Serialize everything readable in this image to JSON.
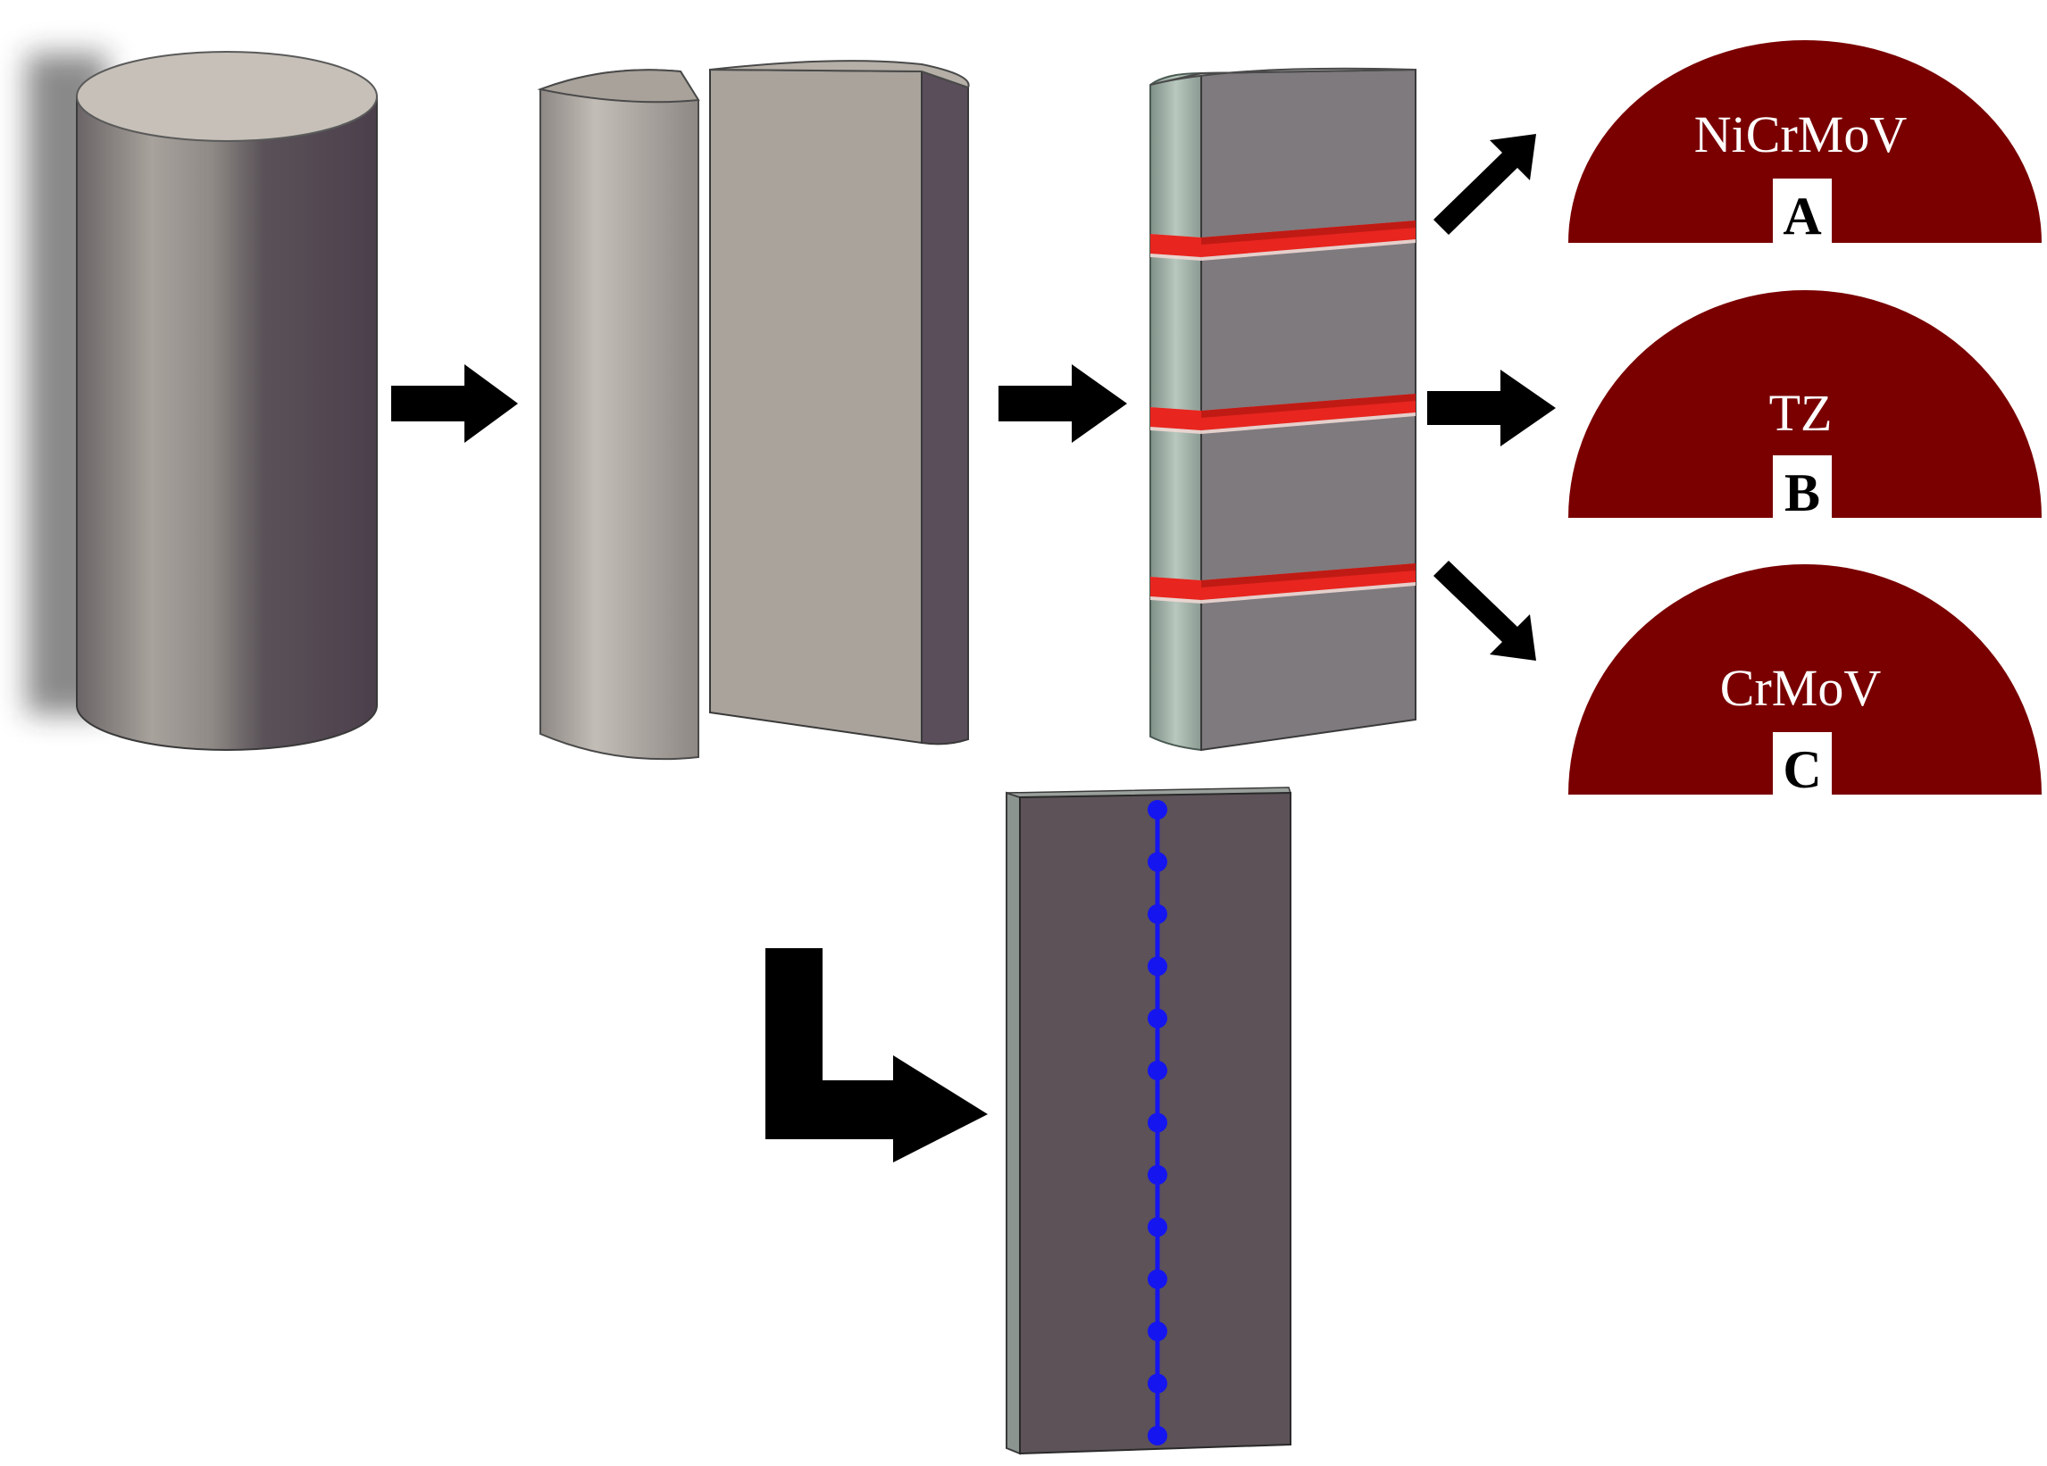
{
  "samples": [
    {
      "name": "NiCrMoV",
      "letter": "A"
    },
    {
      "name": "TZ",
      "letter": "B"
    },
    {
      "name": "CrMoV",
      "letter": "C"
    }
  ],
  "colors": {
    "sample_fill": "#7a0000",
    "cut_band": "#e8251f",
    "measurement_points": "#1515f0",
    "arrow": "#000000",
    "cylinder_face": "#8a8288",
    "cylinder_top": "#c6c0b8",
    "block_face": "#a59f98",
    "strip_front": "#7e7a7e",
    "strip_side": "#9aaaa0",
    "section_face": "#5c5258"
  },
  "measurement_points_count": 13
}
